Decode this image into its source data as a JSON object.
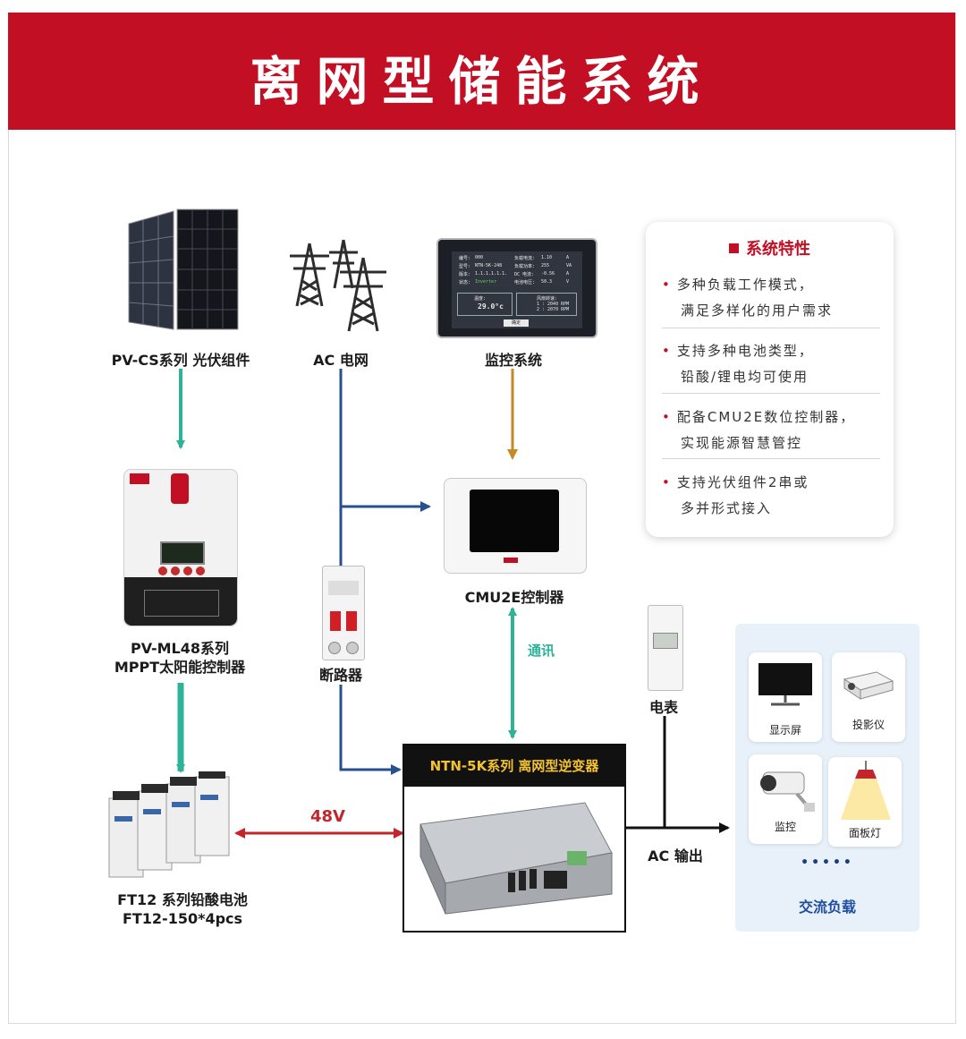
{
  "header": {
    "title": "离网型储能系统"
  },
  "components": {
    "pv_module": "PV-CS系列 光伏组件",
    "ac_grid": "AC 电网",
    "monitor": "监控系统",
    "controller_line1": "PV-ML48系列",
    "controller_line2": "MPPT太阳能控制器",
    "breaker": "断路器",
    "cmu2e": "CMU2E控制器",
    "meter": "电表",
    "battery_line1": "FT12 系列铅酸电池",
    "battery_line2": "FT12-150*4pcs",
    "inverter": "NTN-5K系列 离网型逆变器",
    "ac_output": "AC 输出"
  },
  "links": {
    "comm": "通讯",
    "voltage": "48V"
  },
  "features": {
    "title": "系统特性",
    "items": [
      {
        "line1": "多种负载工作模式，",
        "line2": "满足多样化的用户需求"
      },
      {
        "line1": "支持多种电池类型，",
        "line2": "铅酸/锂电均可使用"
      },
      {
        "line1": "配备CMU2E数位控制器，",
        "line2": "实现能源智慧管控"
      },
      {
        "line1": "支持光伏组件2串或",
        "line2": "多并形式接入"
      }
    ]
  },
  "loads": {
    "title": "交流负载",
    "more": "•••••",
    "items": [
      "显示屏",
      "投影仪",
      "监控",
      "面板灯"
    ]
  },
  "monitor_screen": {
    "rows": [
      [
        "编号:",
        "000",
        "负载电流:",
        "1.10",
        "A"
      ],
      [
        "型号:",
        "NTN-5K-248",
        "负载功率:",
        "255",
        "VA"
      ],
      [
        "版本:",
        "1.1.1.1.1.1.",
        "DC 电流:",
        "-0.56",
        "A"
      ],
      [
        "状态:",
        "Inverter",
        "电池电压:",
        "50.3",
        "V"
      ]
    ],
    "temp_label": "温度:",
    "temp": "29.0°c",
    "fan_label": "风扇转速:",
    "fan1": "1 : 2040 RPM",
    "fan2": "2 : 2070 RPM",
    "button": "确定"
  },
  "colors": {
    "brand": "#c20f23",
    "pv_line": "#2fb398",
    "grid_line": "#27508f",
    "monitor_line": "#c48a24",
    "battery_line": "#c0262c",
    "output_line": "#111111"
  }
}
